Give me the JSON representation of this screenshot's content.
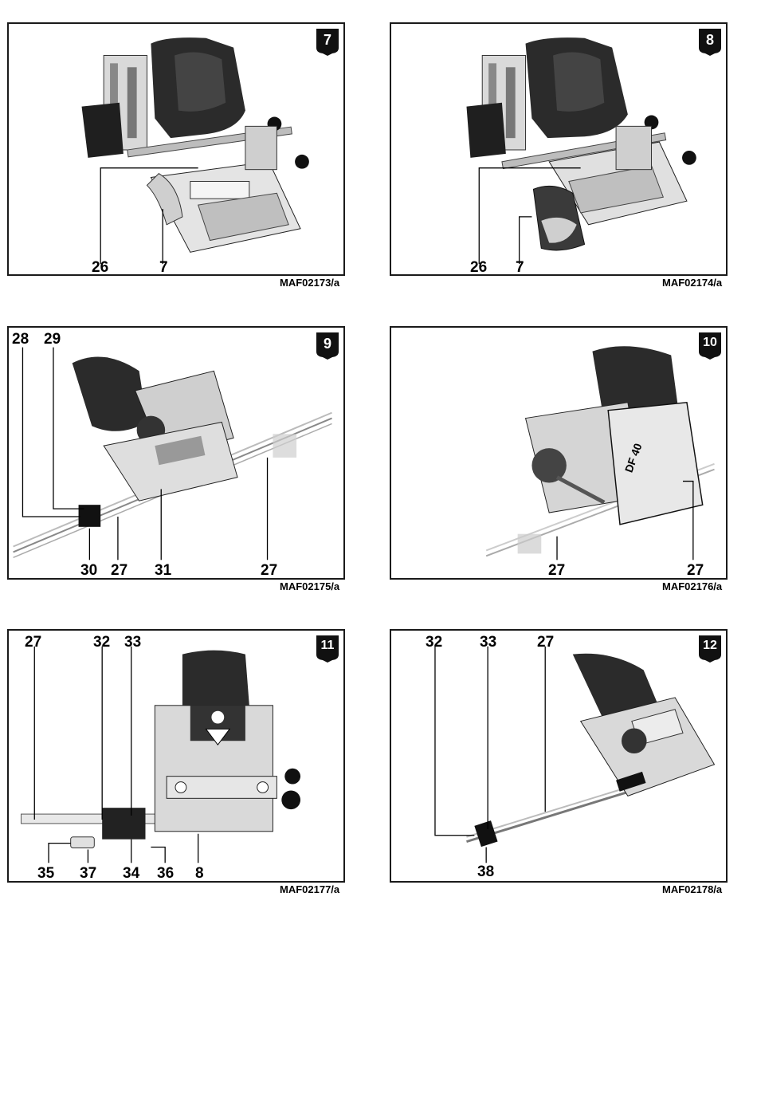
{
  "figures": [
    {
      "number": "7",
      "code": "MAF02173/a",
      "labels": [
        "26",
        "7"
      ]
    },
    {
      "number": "8",
      "code": "MAF02174/a",
      "labels": [
        "26",
        "7"
      ]
    },
    {
      "number": "9",
      "code": "MAF02175/a",
      "labels": [
        "28",
        "29",
        "30",
        "27",
        "31",
        "27"
      ]
    },
    {
      "number": "10",
      "code": "MAF02176/a",
      "labels": [
        "27",
        "27"
      ]
    },
    {
      "number": "11",
      "code": "MAF02177/a",
      "labels": [
        "27",
        "32",
        "33",
        "35",
        "37",
        "34",
        "36",
        "8"
      ]
    },
    {
      "number": "12",
      "code": "MAF02178/a",
      "labels": [
        "32",
        "33",
        "27",
        "38"
      ]
    }
  ]
}
